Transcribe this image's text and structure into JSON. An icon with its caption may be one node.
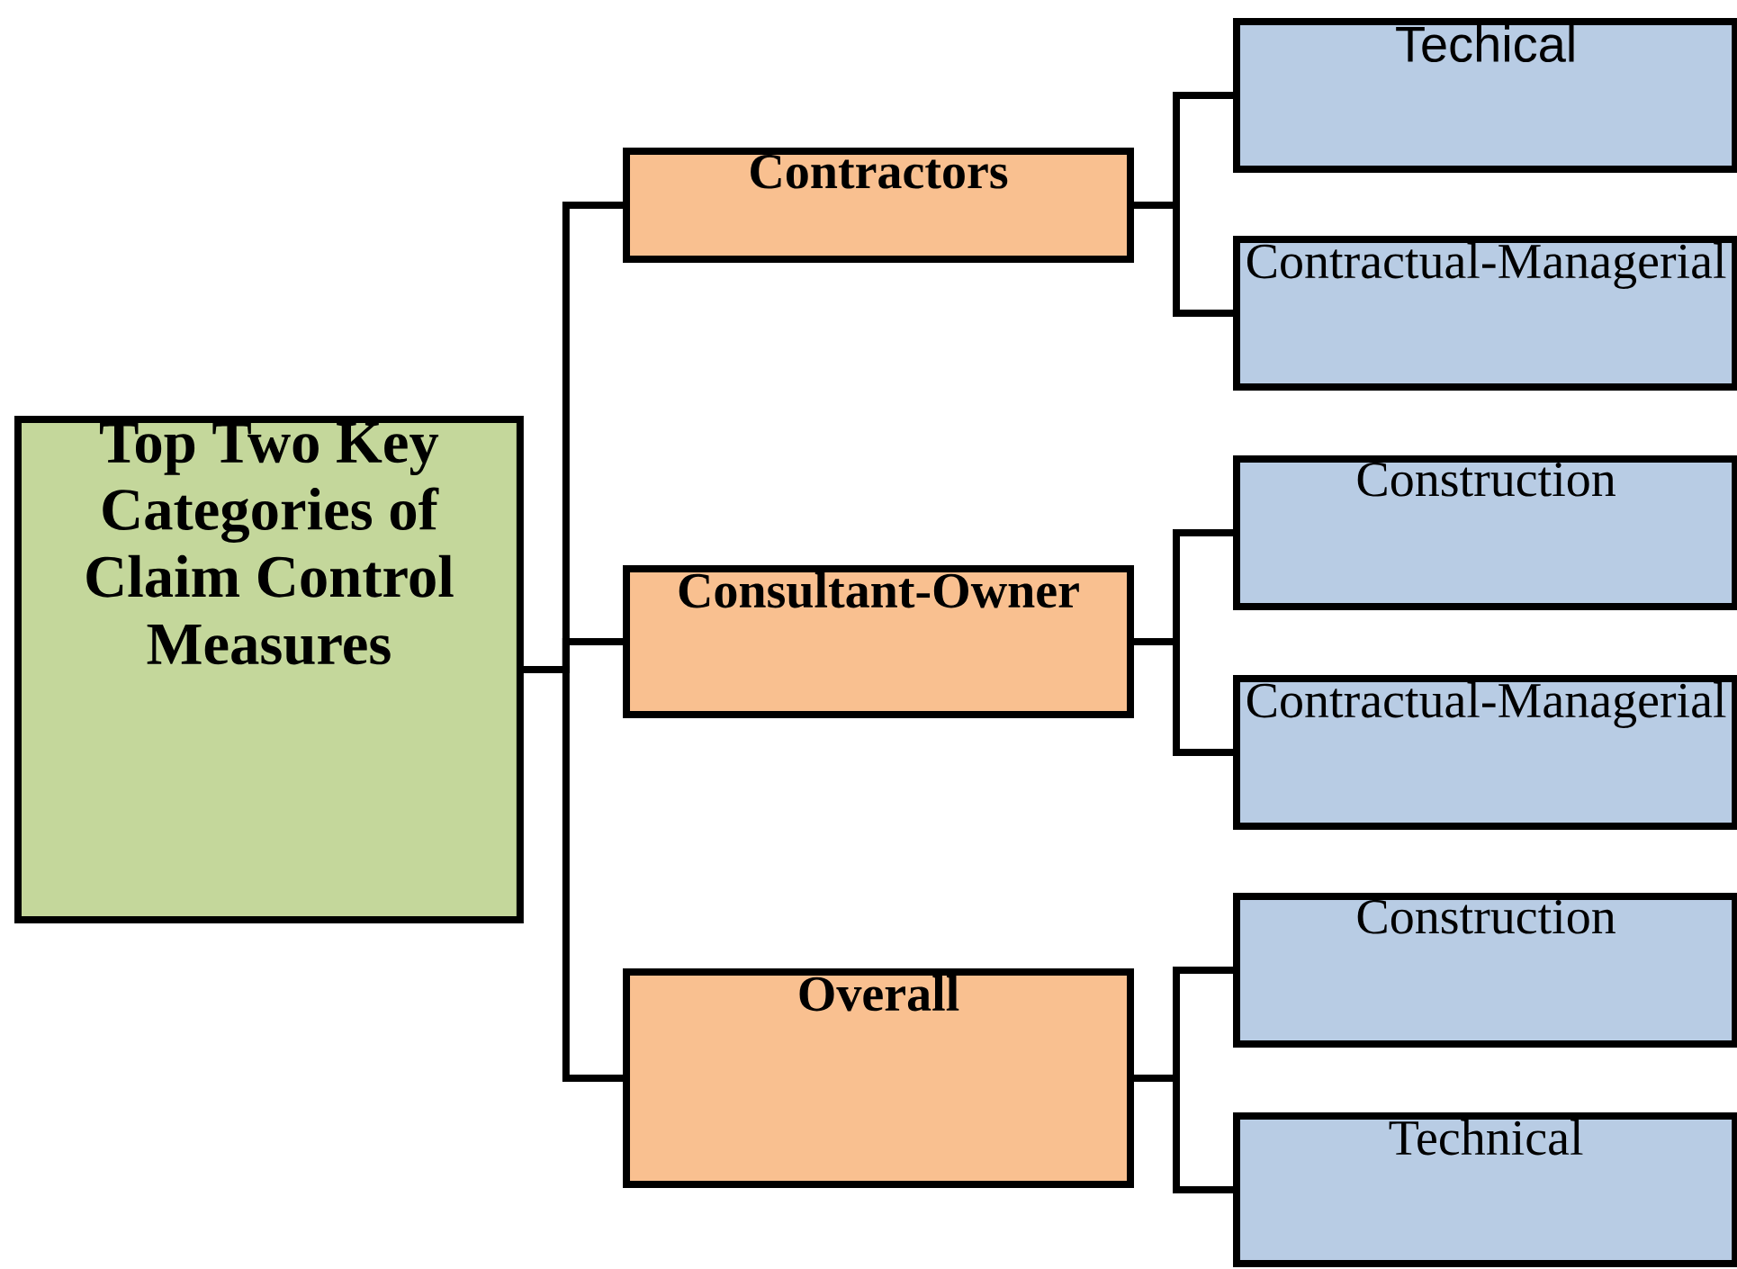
{
  "diagram": {
    "nodes": [
      {
        "text": [
          "Top Two Key Categories of Claim Control Measures"
        ]
      },
      {
        "text": [
          "Contractors"
        ]
      },
      {
        "text": [
          "Consultant-Owner"
        ]
      },
      {
        "text": [
          "Overall"
        ]
      },
      {
        "text": [
          "Techical"
        ]
      },
      {
        "text": [
          "Contractual-Managerial"
        ]
      },
      {
        "text": [
          "Construction"
        ]
      },
      {
        "text": [
          "Contractual-Managerial"
        ]
      },
      {
        "text": [
          "Construction"
        ]
      },
      {
        "text": [
          "Technical"
        ]
      }
    ],
    "edges": [
      {
        "from": 0,
        "to": 1,
        "arrow": "none"
      },
      {
        "from": 0,
        "to": 2,
        "arrow": "none"
      },
      {
        "from": 0,
        "to": 3,
        "arrow": "none"
      },
      {
        "from": 1,
        "to": 4,
        "arrow": "none"
      },
      {
        "from": 1,
        "to": 5,
        "arrow": "none"
      },
      {
        "from": 2,
        "to": 6,
        "arrow": "none"
      },
      {
        "from": 2,
        "to": 7,
        "arrow": "none"
      },
      {
        "from": 3,
        "to": 8,
        "arrow": "none"
      },
      {
        "from": 3,
        "to": 9,
        "arrow": "none"
      }
    ]
  }
}
